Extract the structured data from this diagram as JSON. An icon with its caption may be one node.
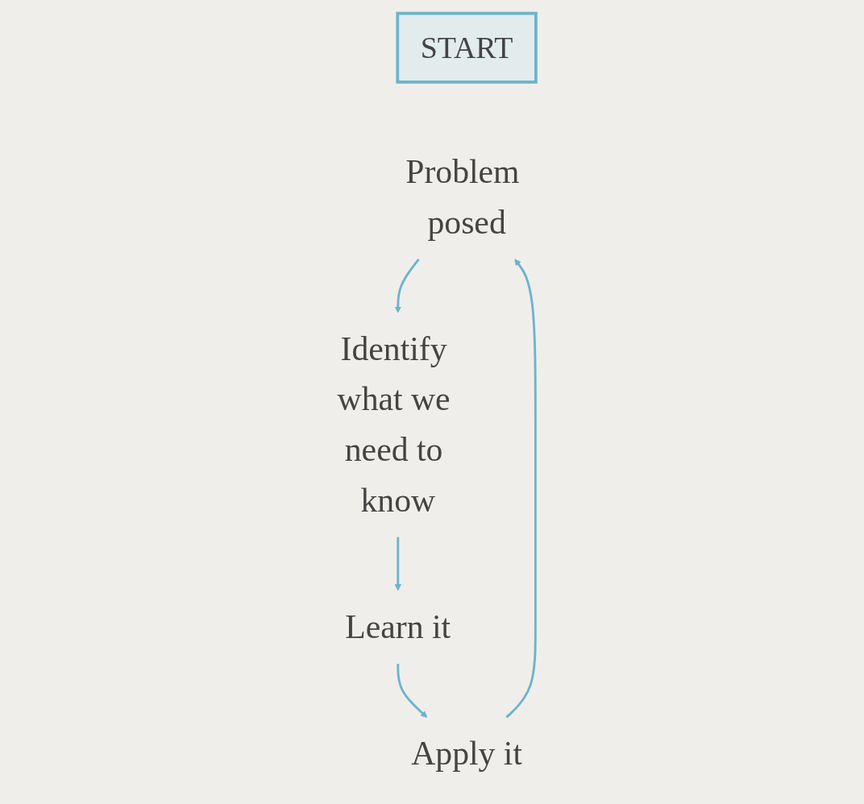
{
  "diagram": {
    "nodes": [
      {
        "text": [
          "START"
        ]
      },
      {
        "text": [
          "Problem posed"
        ]
      },
      {
        "text": [
          "Identify what we need to know"
        ]
      },
      {
        "text": [
          "Learn it"
        ]
      },
      {
        "text": [
          "Apply it"
        ]
      }
    ],
    "edges": [
      {
        "from": 1,
        "to": 2,
        "arrow": "to"
      },
      {
        "from": 2,
        "to": 3,
        "arrow": "to"
      },
      {
        "from": 3,
        "to": 4,
        "arrow": "to"
      },
      {
        "from": 4,
        "to": 1,
        "arrow": "to"
      }
    ]
  }
}
